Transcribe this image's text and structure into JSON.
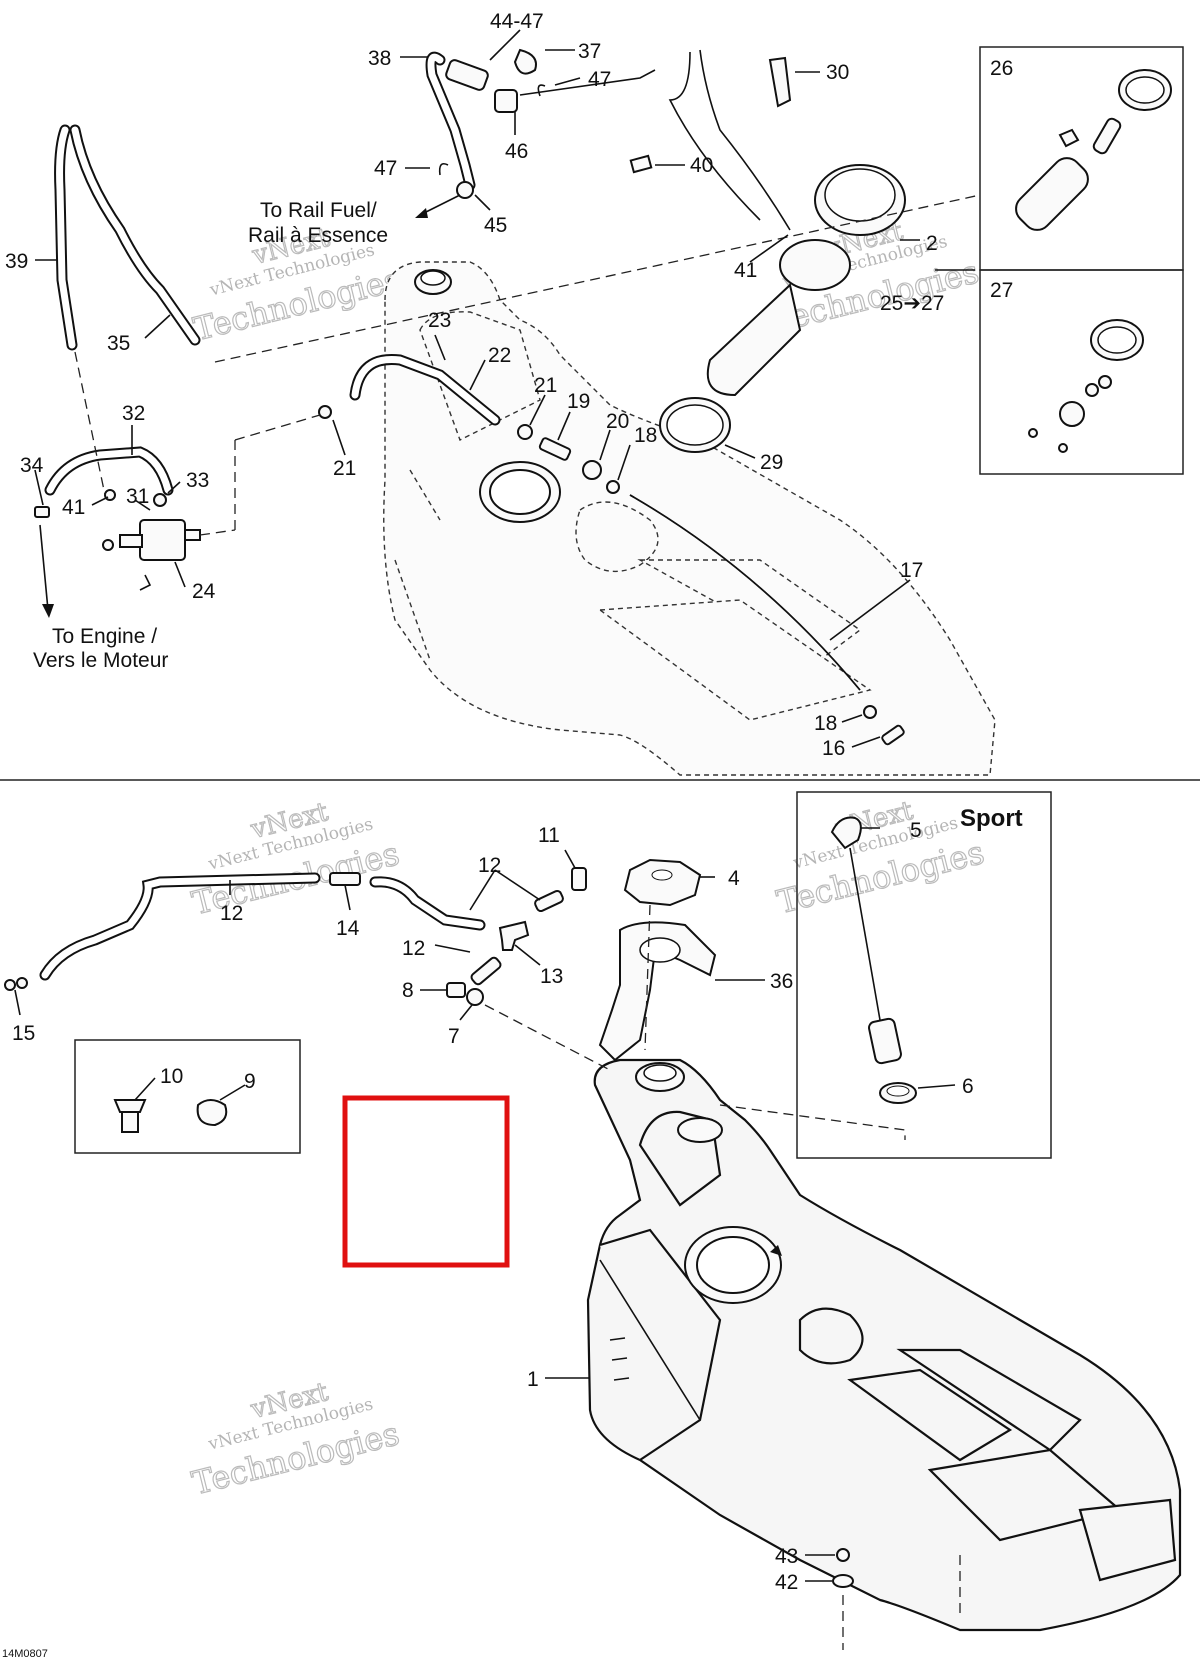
{
  "diagram": {
    "drawing_code": "14M0807",
    "sport_label": "Sport",
    "watermark": [
      "vNext Technologies",
      "vNext",
      "Technologies"
    ],
    "notes": {
      "rail_fuel_en": "To Rail Fuel/",
      "rail_fuel_fr": "Rail à Essence",
      "engine_en": "To Engine /",
      "engine_fr": "Vers le Moteur"
    },
    "callouts": {
      "c44_47": "44-47",
      "c38": "38",
      "c37": "37",
      "c47a": "47",
      "c46": "46",
      "c47b": "47",
      "c45": "45",
      "c40": "40",
      "c30": "30",
      "c39": "39",
      "c35": "35",
      "c2": "2",
      "c41a": "41",
      "c25_27": "25➔27",
      "c26": "26",
      "c27": "27",
      "c23": "23",
      "c22": "22",
      "c21a": "21",
      "c19": "19",
      "c20": "20",
      "c18a": "18",
      "c29": "29",
      "c32": "32",
      "c34": "34",
      "c33": "33",
      "c41b": "41",
      "c31": "31",
      "c21b": "21",
      "c24": "24",
      "c17": "17",
      "c18b": "18",
      "c16": "16",
      "c11": "11",
      "c5": "5",
      "c12a": "12",
      "c4": "4",
      "c12b": "12",
      "c14": "14",
      "c12c": "12",
      "c13": "13",
      "c36": "36",
      "c8": "8",
      "c7": "7",
      "c15": "15",
      "c10": "10",
      "c9": "9",
      "c6": "6",
      "c1": "1",
      "c43": "43",
      "c42": "42"
    },
    "highlight_color": "#e01010"
  }
}
